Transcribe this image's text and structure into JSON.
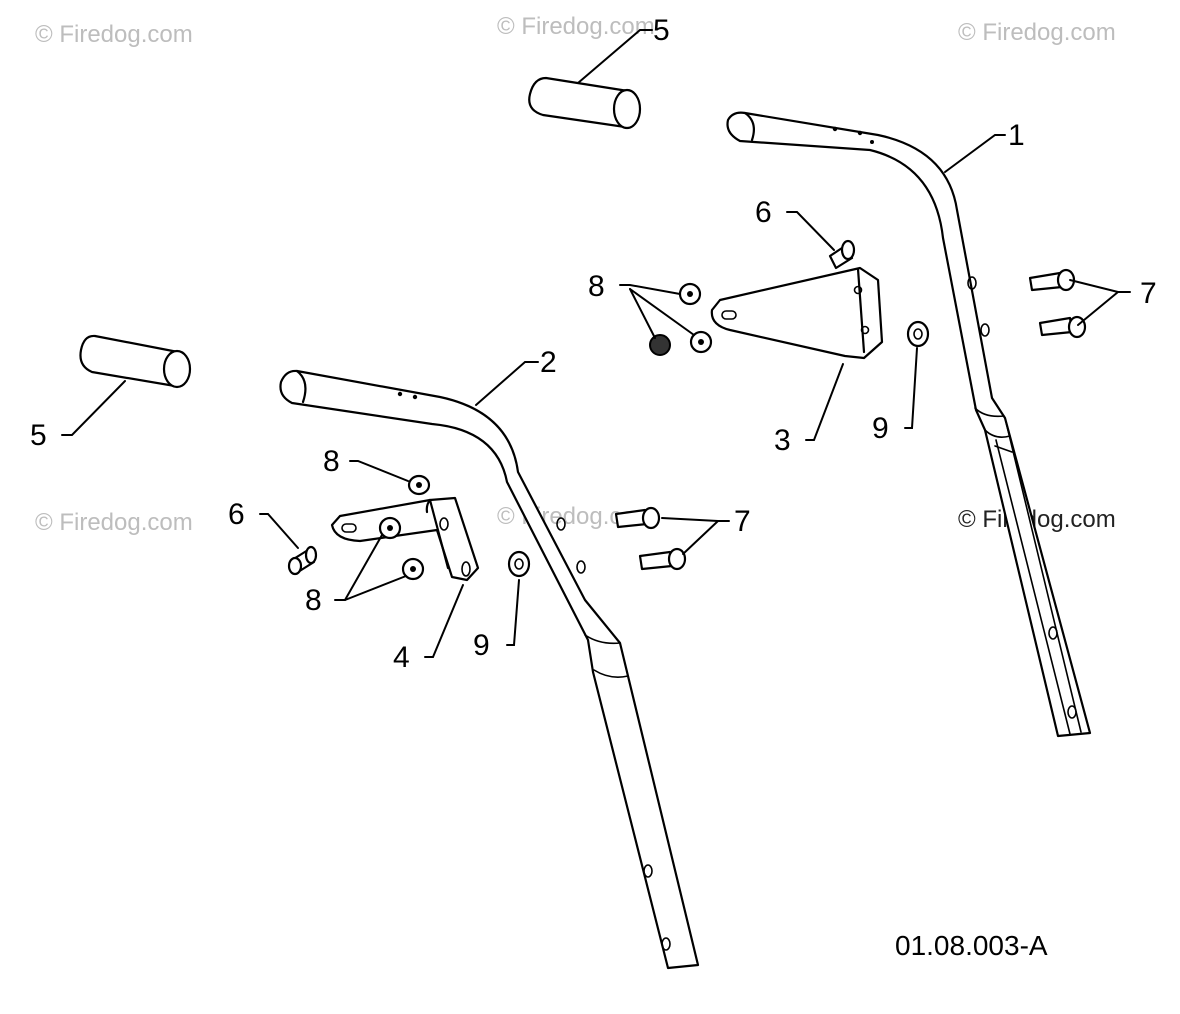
{
  "watermarks": [
    "© Firedog.com",
    "© Firedog.com",
    "© Firedog.com",
    "© Firedog.com",
    "© Firedog.com",
    "© Firedog.com"
  ],
  "callouts": {
    "handle_right": "1",
    "handle_left": "2",
    "bracket_right": "3",
    "bracket_left": "4",
    "grip_top": "5",
    "grip_left": "5",
    "bolt_right": "6",
    "bolt_left": "6",
    "carriage_bolts_right": "7",
    "carriage_bolts_left": "7",
    "nuts_right": "8",
    "nut_left_top": "8",
    "nuts_left_bottom": "8",
    "washer_right": "9",
    "washer_left": "9"
  },
  "reference_code": "01.08.003-A"
}
